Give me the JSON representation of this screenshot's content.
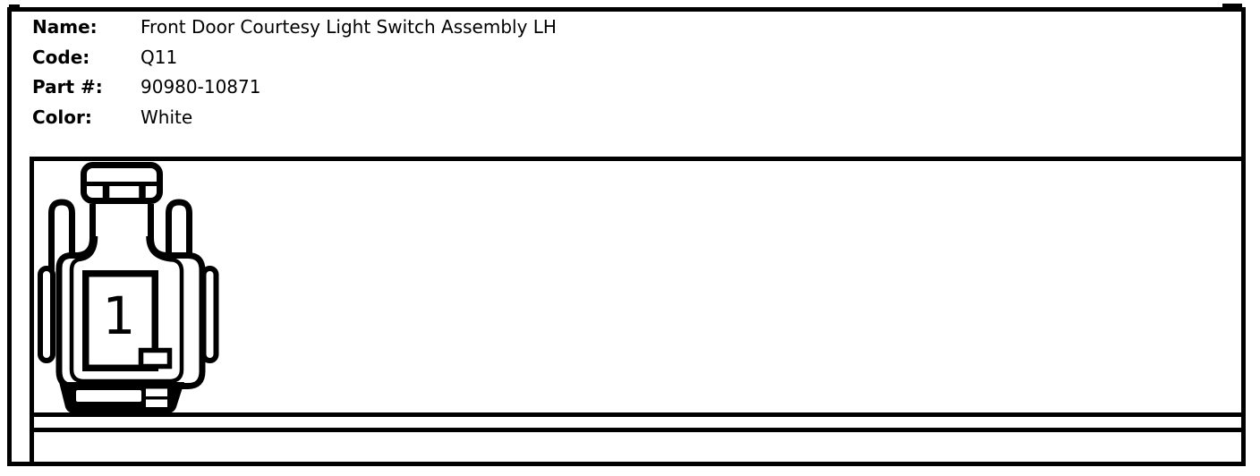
{
  "page": {
    "header": {
      "rows": [
        {
          "label": "Name:",
          "value": "Front Door Courtesy Light Switch Assembly LH"
        },
        {
          "label": "Code:",
          "value": "Q11"
        },
        {
          "label": "Part #:",
          "value": "90980-10871"
        },
        {
          "label": "Color:",
          "value": "White"
        }
      ]
    },
    "diagram": {
      "connector_icon": "single-cavity-connector-front-view-icon",
      "pin_label": "1"
    },
    "colors": {
      "ink": "#000000",
      "paper": "#ffffff"
    }
  }
}
